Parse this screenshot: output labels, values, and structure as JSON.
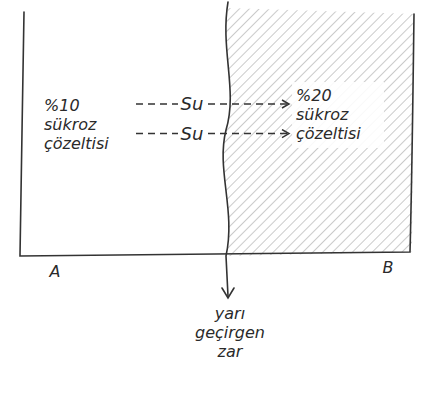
{
  "diagram": {
    "nodes": [
      {
        "text": [
          "%10 sükroz çözeltisi"
        ]
      },
      {
        "text": [
          "%20 sükroz çözeltisi"
        ]
      }
    ],
    "edges": [
      {
        "from": 0,
        "to": 1,
        "label": "Su",
        "arrow": "to"
      },
      {
        "from": 0,
        "to": 1,
        "label": "Su",
        "arrow": "to"
      }
    ],
    "labels": [
      "A",
      "B",
      "yarı geçirgen zar"
    ]
  }
}
